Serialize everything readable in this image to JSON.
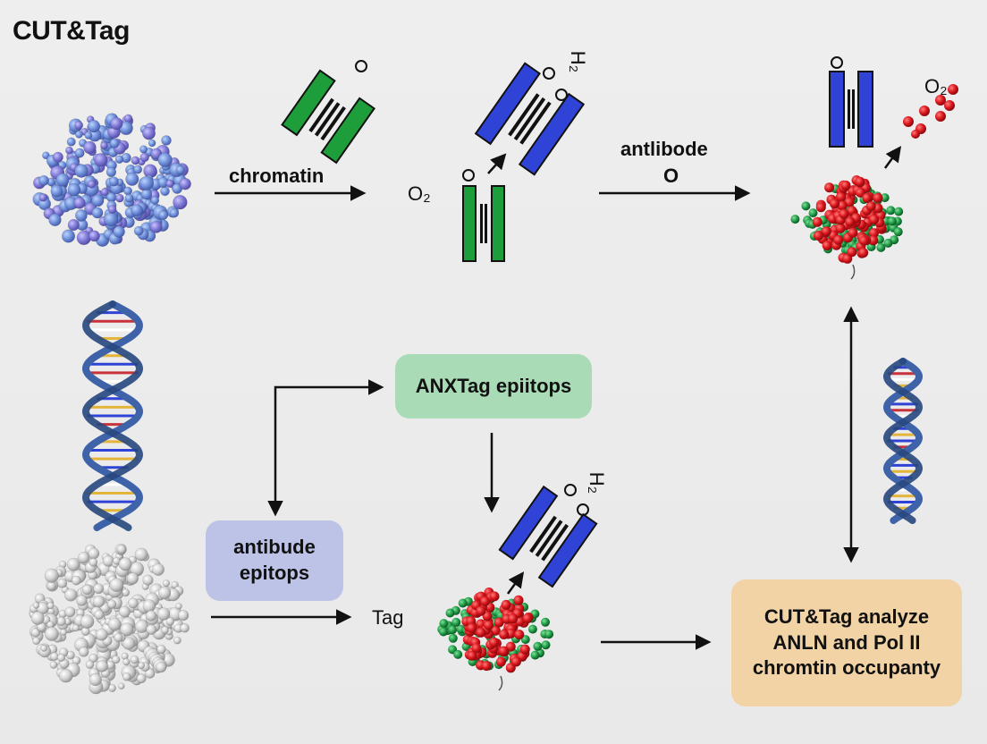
{
  "title": "CUT&Tag",
  "labels": {
    "chromatin": "chromatin",
    "antibody_top": "antlibode",
    "antibody_top_sub": "O",
    "tag": "Tag",
    "o2_mid": "O₂",
    "o2_right": "O₂",
    "h2_top": "H₂",
    "h2_bottom": "H₂"
  },
  "boxes": {
    "anxtag": {
      "text": "ANXTag epiitops",
      "color": "#a9dcb6"
    },
    "antibude": {
      "line1": "antibude",
      "line2": "epitops",
      "color": "#bcc3e6"
    },
    "analyze": {
      "line1": "CUT&Tag analyze",
      "line2": "ANLN and Pol II",
      "line3": "chromtin occupanty",
      "color": "#f1d3a6"
    }
  },
  "colors": {
    "histone_green": "#1e9e3a",
    "histone_blue": "#2f44d6",
    "protein_red": "#d8151b",
    "protein_green": "#1f9a45",
    "chromatin_blue": "#6e8fd8",
    "chromatin_grey": "#cfcfcf",
    "dna_backbone": "#3f63a8"
  },
  "icons": [
    "chromatin-globule-blue",
    "chromatin-globule-grey",
    "dna-helix",
    "histone-complex",
    "protein-complex",
    "arrow"
  ]
}
